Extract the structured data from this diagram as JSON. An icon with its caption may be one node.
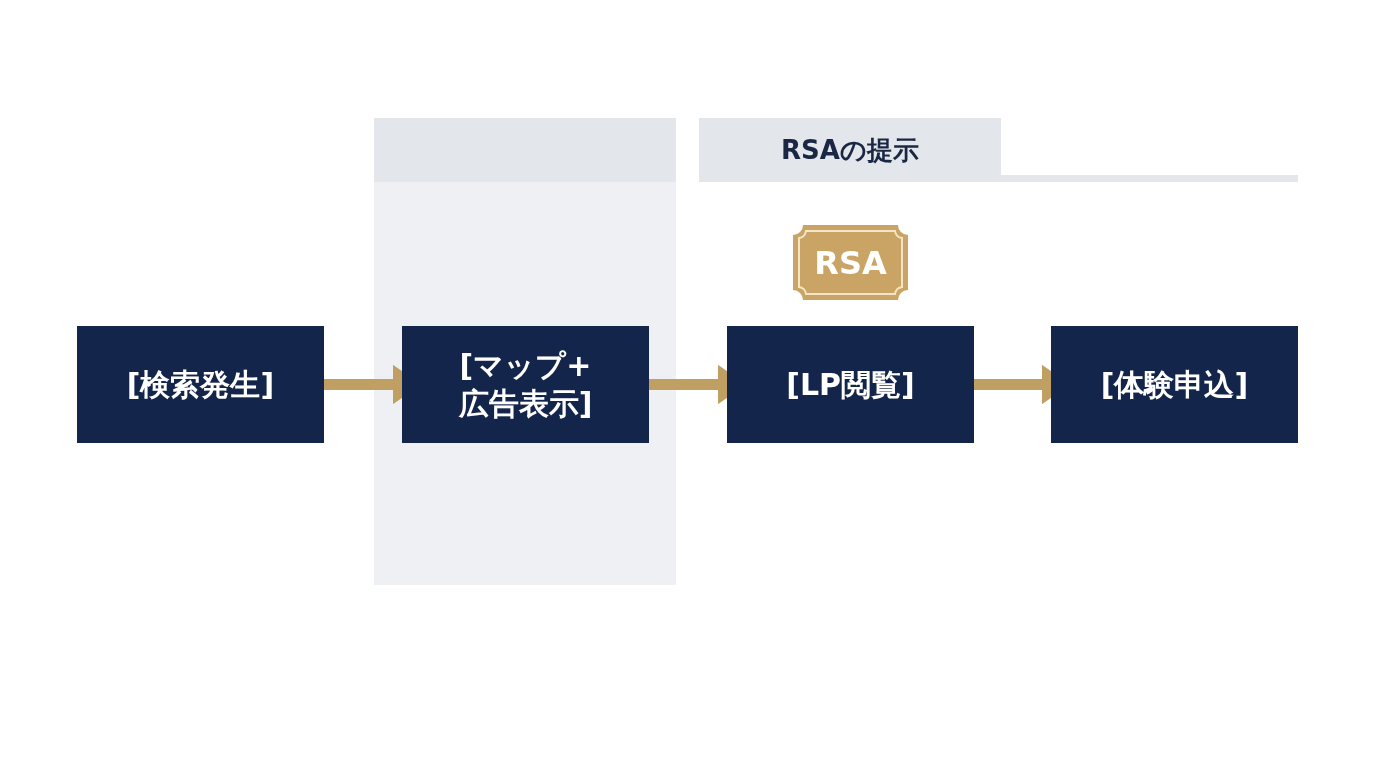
{
  "diagram": {
    "nodes": [
      {
        "text": [
          "[検索発生]"
        ]
      },
      {
        "text": [],
        "shape": "box"
      },
      {
        "text": [],
        "shape": "box",
        "in": 1
      },
      {
        "text": [
          "[マップ+広告表示]"
        ],
        "in": 1
      },
      {
        "text": [
          "RSAの提示"
        ]
      },
      {
        "text": [
          "RSA"
        ]
      },
      {
        "text": [
          "[LP閲覧]"
        ]
      },
      {
        "text": [
          "[体験申込]"
        ]
      }
    ],
    "edges": [
      {
        "from": 0,
        "to": 3,
        "arrow": "to"
      },
      {
        "from": 3,
        "to": 6,
        "arrow": "to"
      },
      {
        "from": 6,
        "to": 7,
        "arrow": "to"
      }
    ]
  }
}
